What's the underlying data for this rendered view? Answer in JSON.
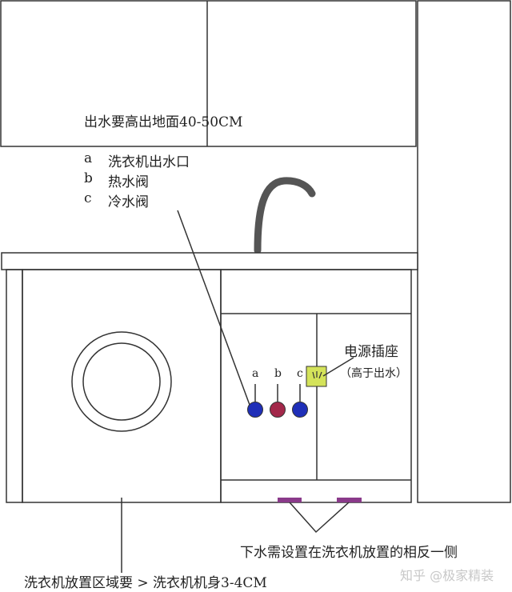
{
  "title_note": "出水要高出地面40-50CM",
  "legend": [
    {
      "key": "a",
      "label": "洗衣机出水口"
    },
    {
      "key": "b",
      "label": "热水阀"
    },
    {
      "key": "c",
      "label": "冷水阀"
    }
  ],
  "valves": [
    {
      "key": "a",
      "color": "#1f2fb8"
    },
    {
      "key": "b",
      "color": "#a3284a"
    },
    {
      "key": "c",
      "color": "#1f2fb8"
    }
  ],
  "socket": {
    "label": "电源插座",
    "note": "（高于出水）",
    "color": "#d4e35a"
  },
  "drain_note": "下水需设置在洗衣机放置的相反一侧",
  "drain_color": "#8a3a8a",
  "washer_note": "洗衣机放置区域要 > 洗衣机机身3-4CM",
  "watermark": "知乎 @极家精装"
}
